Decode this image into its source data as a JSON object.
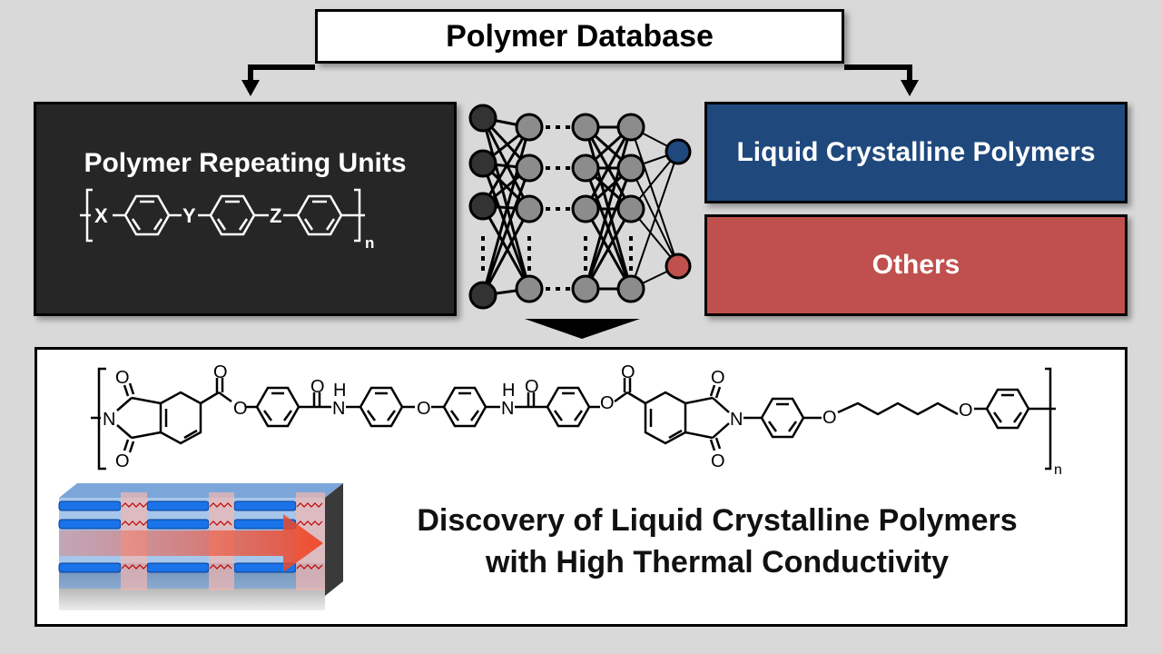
{
  "header": {
    "title": "Polymer Database"
  },
  "input_panel": {
    "title": "Polymer Repeating Units",
    "formula": {
      "groups": [
        "X",
        "Y",
        "Z"
      ],
      "subscript": "n"
    }
  },
  "neural_network": {
    "layers": [
      "input",
      "hidden",
      "hidden",
      "hidden",
      "output"
    ],
    "output_classes": [
      "Liquid Crystalline Polymers",
      "Others"
    ]
  },
  "outputs": {
    "lcp_label": "Liquid Crystalline Polymers",
    "others_label": "Others"
  },
  "result": {
    "structure_atoms": {
      "O": "O",
      "N": "N",
      "H": "H",
      "n": "n"
    },
    "headline_line1": "Discovery of Liquid Crystalline Polymers",
    "headline_line2": "with High Thermal Conductivity"
  },
  "colors": {
    "background": "#d9d9d9",
    "dark_panel": "#262626",
    "lcp_blue": "#1f497d",
    "others_red": "#c0504d",
    "node_dark": "#333333",
    "node_gray": "#8c8c8c"
  }
}
